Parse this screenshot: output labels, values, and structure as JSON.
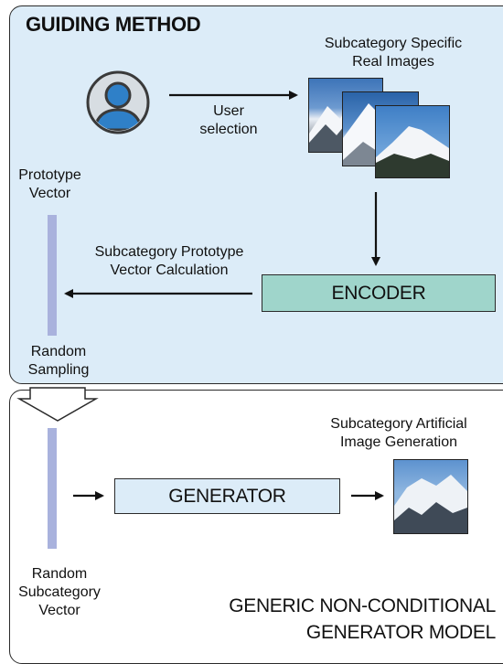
{
  "guiding": {
    "title": "GUIDING METHOD",
    "user_selection": "User\nselection",
    "real_images_label": "Subcategory Specific\nReal Images",
    "prototype_vector_label": "Prototype\nVector",
    "prototype_calc_label": "Subcategory Prototype\nVector Calculation",
    "random_sampling_label": "Random\nSampling",
    "encoder_label": "ENCODER"
  },
  "generic": {
    "title": "GENERIC NON-CONDITIONAL\nGENERATOR MODEL",
    "artificial_label": "Subcategory Artificial\nImage Generation",
    "generator_label": "GENERATOR",
    "random_vector_label": "Random\nSubcategory\nVector"
  },
  "colors": {
    "top_panel": "#dcecf8",
    "encoder": "#9fd5cb",
    "generator": "#dcecf8",
    "vector_bar": "#a9b2dd",
    "user_icon": "#2f80c8"
  }
}
